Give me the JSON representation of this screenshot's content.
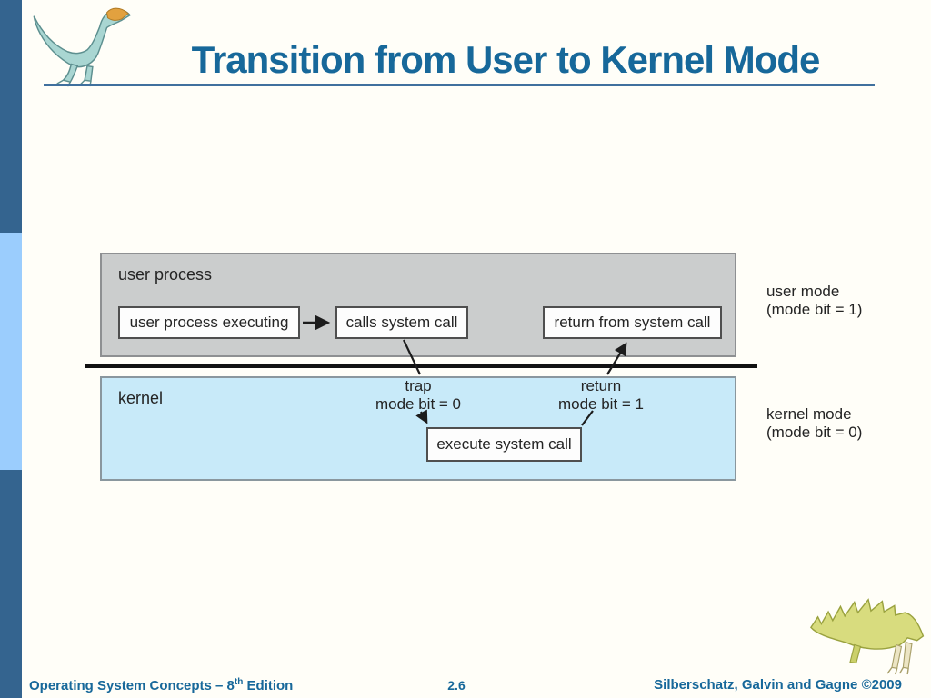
{
  "slide": {
    "title": "Transition from User to Kernel Mode",
    "page_number": "2.6",
    "footer_left_prefix": "Operating System Concepts – 8",
    "footer_left_sup": "th",
    "footer_left_suffix": " Edition",
    "footer_right": "Silberschatz, Galvin and Gagne ©2009"
  },
  "colors": {
    "title_blue": "#17689a",
    "sidebar_dark": "#34648f",
    "sidebar_light": "#9bcdfd",
    "user_region_fill": "#cbcdcd",
    "kernel_region_fill": "#c8eaf9",
    "diagram_line": "#1c1c1c"
  },
  "diagram": {
    "user_region_label": "user process",
    "kernel_region_label": "kernel",
    "box_user_executing": "user process executing",
    "box_calls_syscall": "calls system call",
    "box_return_syscall": "return from system call",
    "box_execute_syscall": "execute system call",
    "trap_line1": "trap",
    "trap_line2": "mode bit = 0",
    "return_line1": "return",
    "return_line2": "mode bit = 1",
    "user_mode_line1": "user mode",
    "user_mode_line2": "(mode bit = 1)",
    "kernel_mode_line1": "kernel mode",
    "kernel_mode_line2": "(mode bit = 0)"
  }
}
